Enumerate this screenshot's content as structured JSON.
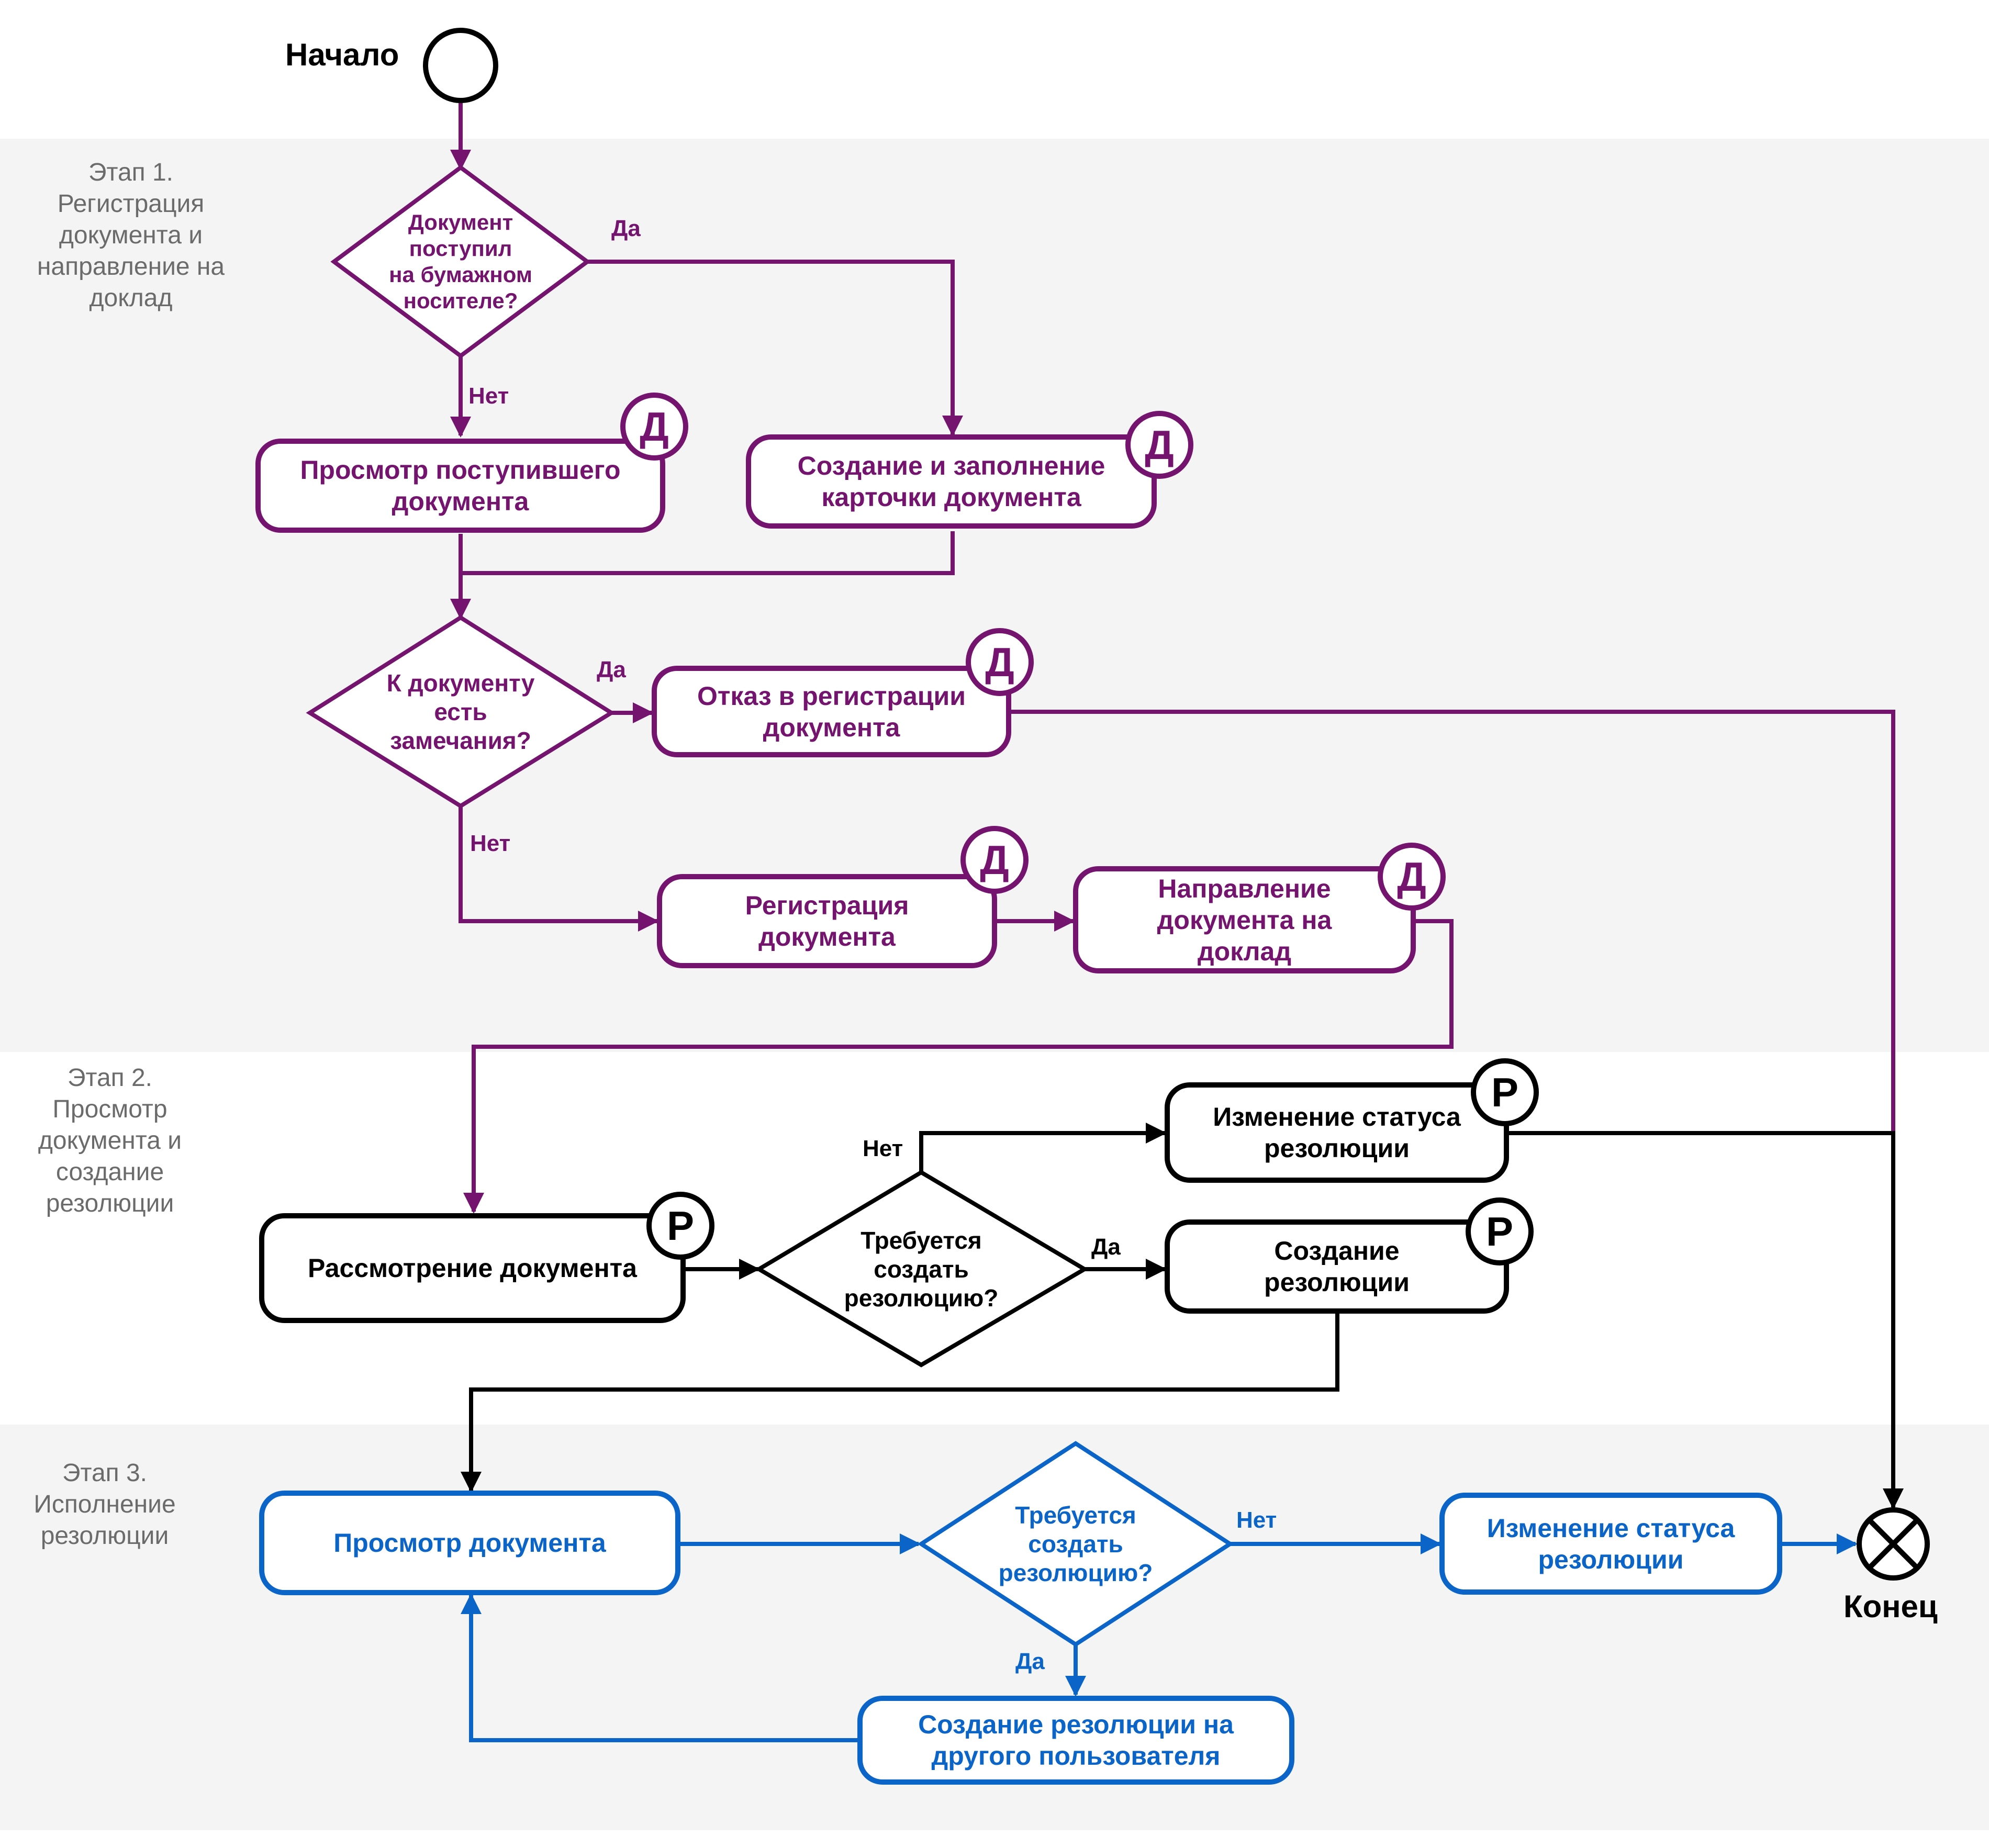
{
  "colors": {
    "stage1": "#74146f",
    "stage2": "#000000",
    "stage3": "#0b64c8",
    "lane_background": "#f4f4f4",
    "stage_label": "#6b6b6b"
  },
  "terminals": {
    "start": "Начало",
    "end": "Конец"
  },
  "stages": [
    {
      "label": "Этап 1.\nРегистрация\nдокумента и\nнаправление на\nдоклад"
    },
    {
      "label": "Этап 2.\nПросмотр\nдокумента и\nсоздание\nрезолюции"
    },
    {
      "label": "Этап 3.\nИсполнение\nрезолюции"
    }
  ],
  "role_badges": {
    "delo": "Д",
    "rukovoditel": "Р"
  },
  "decisions": {
    "paper": "Документ\nпоступил\nна бумажном\nносителе?",
    "remarks": "К документу\nесть\nзамечания?",
    "need_resolution": "Требуется\nсоздать\nрезолюцию?",
    "need_resolution_exec": "Требуется\nсоздать\nрезолюцию?"
  },
  "tasks": {
    "view_incoming": "Просмотр поступившего\nдокумента",
    "create_card": "Создание и заполнение\nкарточки документа",
    "reject": "Отказ в регистрации\nдокумента",
    "register": "Регистрация\nдокумента",
    "send_report": "Направление\nдокумента на\nдоклад",
    "review": "Рассмотрение документа",
    "change_status_2": "Изменение статуса\nрезолюции",
    "create_resolution": "Создание\nрезолюции",
    "view_doc": "Просмотр документа",
    "change_status_3": "Изменение статуса\nрезолюции",
    "resolution_other": "Создание резолюции на\nдругого пользователя"
  },
  "edge_labels": {
    "paper_yes": "Да",
    "paper_no": "Нет",
    "remarks_yes": "Да",
    "remarks_no": "Нет",
    "need_no": "Нет",
    "need_yes": "Да",
    "exec_no": "Нет",
    "exec_yes": "Да"
  }
}
